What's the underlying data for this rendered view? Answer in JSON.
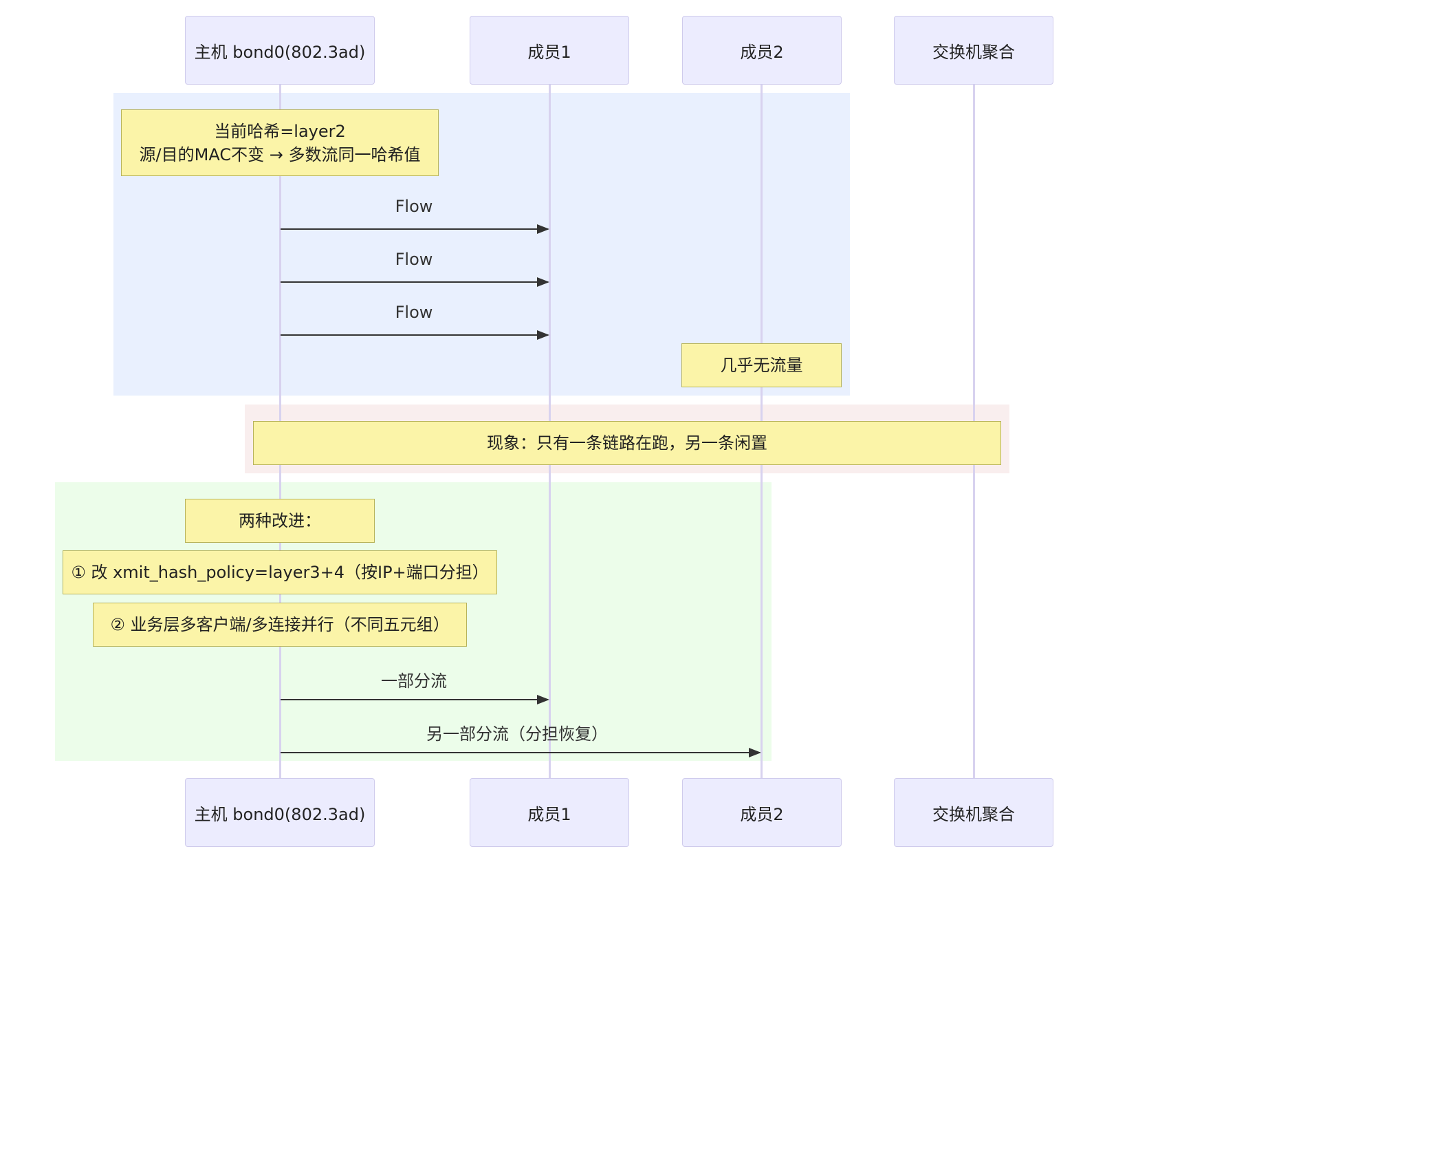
{
  "participants": [
    {
      "id": "host",
      "label": "主机 bond0(802.3ad)"
    },
    {
      "id": "m1",
      "label": "成员1"
    },
    {
      "id": "m2",
      "label": "成员2"
    },
    {
      "id": "sw",
      "label": "交换机聚合"
    }
  ],
  "notes": {
    "hash_line1": "当前哈希=layer2",
    "hash_line2": "源/目的MAC不变 → 多数流同一哈希值",
    "m2_idle": "几乎无流量",
    "phenomenon": "现象：只有一条链路在跑，另一条闲置",
    "improve_title": "两种改进：",
    "improve_1": "① 改 xmit_hash_policy=layer3+4（按IP+端口分担）",
    "improve_2": "② 业务层多客户端/多连接并行（不同五元组）"
  },
  "messages": [
    {
      "from": "host",
      "to": "m1",
      "label": "Flow"
    },
    {
      "from": "host",
      "to": "m1",
      "label": "Flow"
    },
    {
      "from": "host",
      "to": "m1",
      "label": "Flow"
    },
    {
      "from": "host",
      "to": "m1",
      "label": "一部分流"
    },
    {
      "from": "host",
      "to": "m2",
      "label": "另一部分流（分担恢复）"
    }
  ],
  "colors": {
    "region_before": "#e9f0fe",
    "region_phenomenon": "#f9eeee",
    "region_after": "#ecfdea",
    "actor_fill": "#ececfe",
    "actor_border": "#cfcbec",
    "note_fill": "#fbf4a8",
    "note_border": "#b7b35a",
    "lifeline": "#d8d2ef",
    "arrow": "#333333"
  }
}
